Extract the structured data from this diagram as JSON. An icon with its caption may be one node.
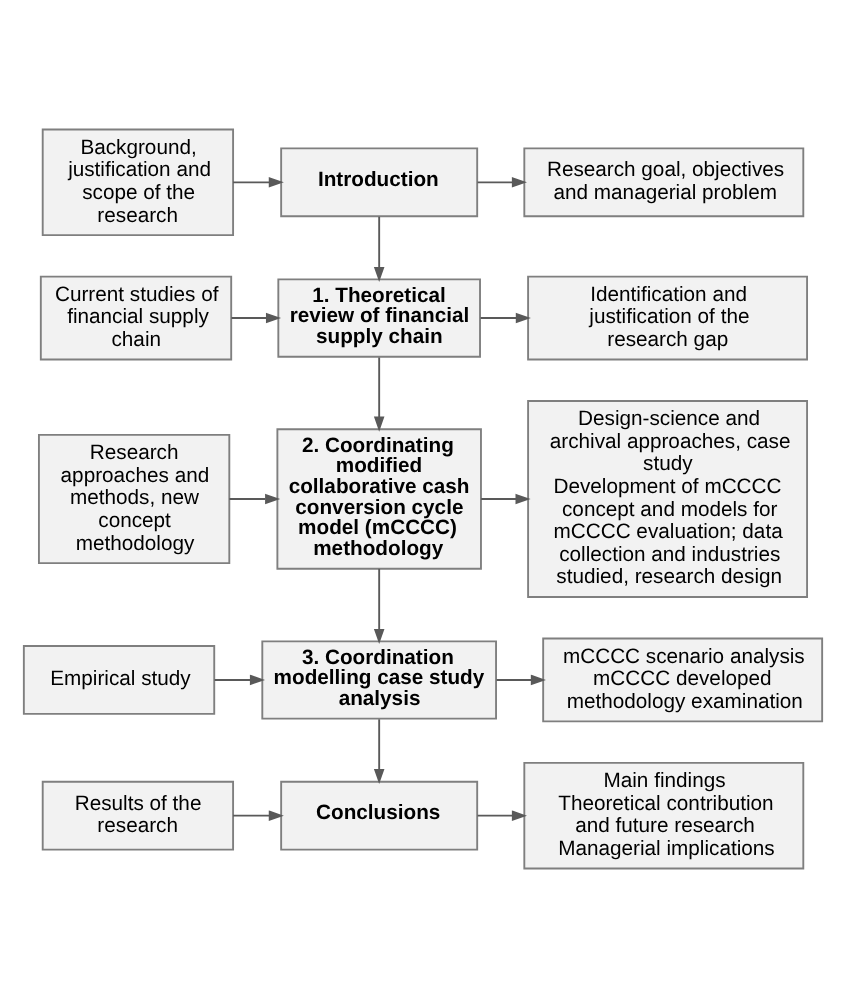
{
  "diagram": {
    "nodes": [
      {
        "text": [
          "Background, justification and scope of the research"
        ]
      },
      {
        "text": [
          "Introduction"
        ]
      },
      {
        "text": [
          "Research goal, objectives and managerial problem"
        ]
      },
      {
        "text": [
          "Current studies of financial supply chain"
        ]
      },
      {
        "text": [
          "1. Theoretical review of financial supply chain"
        ]
      },
      {
        "text": [
          "Identification and justification of the research gap"
        ]
      },
      {
        "text": [
          "Research approaches and methods, new concept methodology"
        ]
      },
      {
        "text": [
          "2. Coordinating modified collaborative cash conversion cycle model (mCCCC) methodology"
        ]
      },
      {
        "text": [
          "Design-science and archival approaches, case study",
          "Development of mCCCC concept and models for mCCCC evaluation; data collection and industries studied, research design"
        ]
      },
      {
        "text": [
          "Empirical study"
        ]
      },
      {
        "text": [
          "3. Coordination modelling case study analysis"
        ]
      },
      {
        "text": [
          "mCCCC scenario analysis",
          "mCCCC developed methodology examination"
        ]
      },
      {
        "text": [
          "Results of the research"
        ]
      },
      {
        "text": [
          "Conclusions"
        ]
      },
      {
        "text": [
          "Main findings",
          "Theoretical contribution and future research",
          "Managerial implications"
        ]
      }
    ],
    "edges": [
      {
        "from": 0,
        "to": 1,
        "arrow": "to"
      },
      {
        "from": 1,
        "to": 2,
        "arrow": "to"
      },
      {
        "from": 1,
        "to": 4,
        "arrow": "to"
      },
      {
        "from": 3,
        "to": 4,
        "arrow": "to"
      },
      {
        "from": 4,
        "to": 5,
        "arrow": "to"
      },
      {
        "from": 4,
        "to": 7,
        "arrow": "to"
      },
      {
        "from": 6,
        "to": 7,
        "arrow": "to"
      },
      {
        "from": 7,
        "to": 8,
        "arrow": "to"
      },
      {
        "from": 7,
        "to": 10,
        "arrow": "to"
      },
      {
        "from": 9,
        "to": 10,
        "arrow": "to"
      },
      {
        "from": 10,
        "to": 11,
        "arrow": "to"
      },
      {
        "from": 10,
        "to": 13,
        "arrow": "to"
      },
      {
        "from": 12,
        "to": 13,
        "arrow": "to"
      },
      {
        "from": 13,
        "to": 14,
        "arrow": "to"
      }
    ]
  }
}
